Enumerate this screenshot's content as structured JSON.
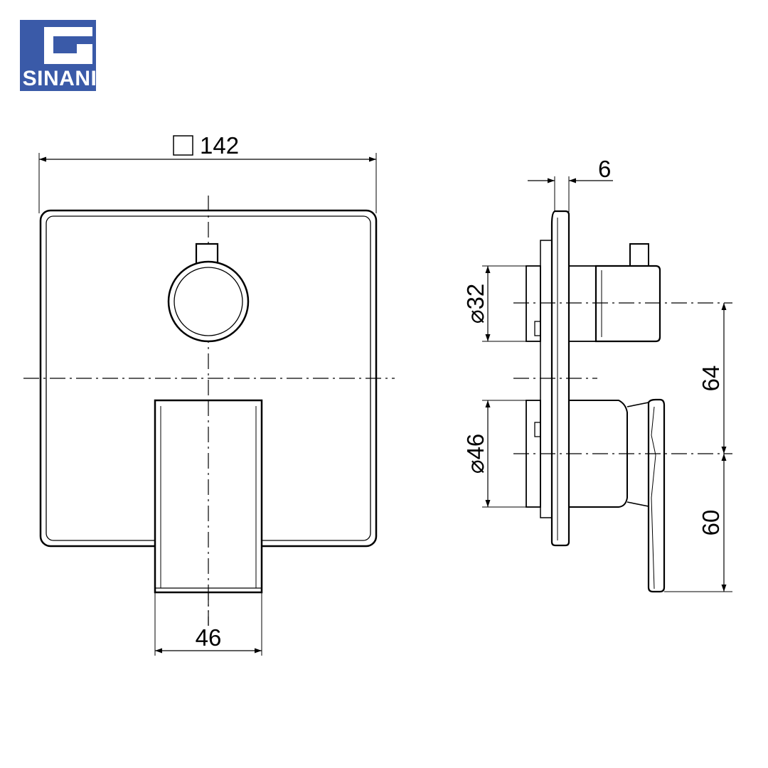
{
  "logo": {
    "text": "SINANI",
    "color": "#3a5aa8"
  },
  "front_view": {
    "width_label": "142",
    "width_label_prefix": "square-symbol",
    "handle_width_label": "46"
  },
  "side_view": {
    "plate_thickness_label": "6",
    "upper_diameter_label": "32",
    "lower_diameter_label": "46",
    "upper_offset_label": "64",
    "lower_offset_label": "60",
    "diameter_symbol": "⌀"
  }
}
